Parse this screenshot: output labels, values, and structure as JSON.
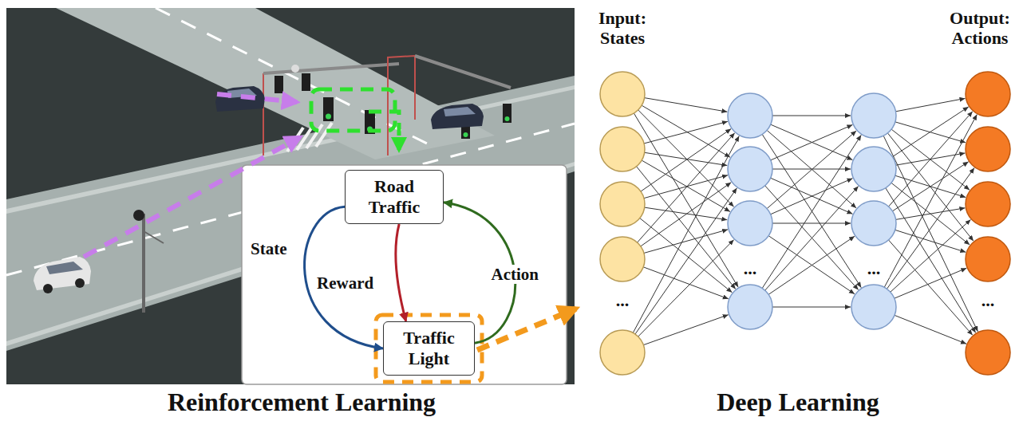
{
  "diagram": {
    "nodes": [
      {
        "text": [
          "Road Traffic"
        ]
      },
      {
        "text": [
          "Traffic Light"
        ]
      }
    ],
    "edges": [
      {
        "from": 0,
        "to": 1,
        "arrow": "to",
        "label": "State"
      },
      {
        "from": 0,
        "to": 1,
        "arrow": "to",
        "label": "Reward"
      },
      {
        "from": 1,
        "to": 0,
        "arrow": "to",
        "label": "Action"
      }
    ],
    "labels": [
      "Input: States",
      "Output: Actions",
      "...",
      "...",
      "...",
      "...",
      "Reinforcement Learning",
      "Deep Learning"
    ]
  }
}
